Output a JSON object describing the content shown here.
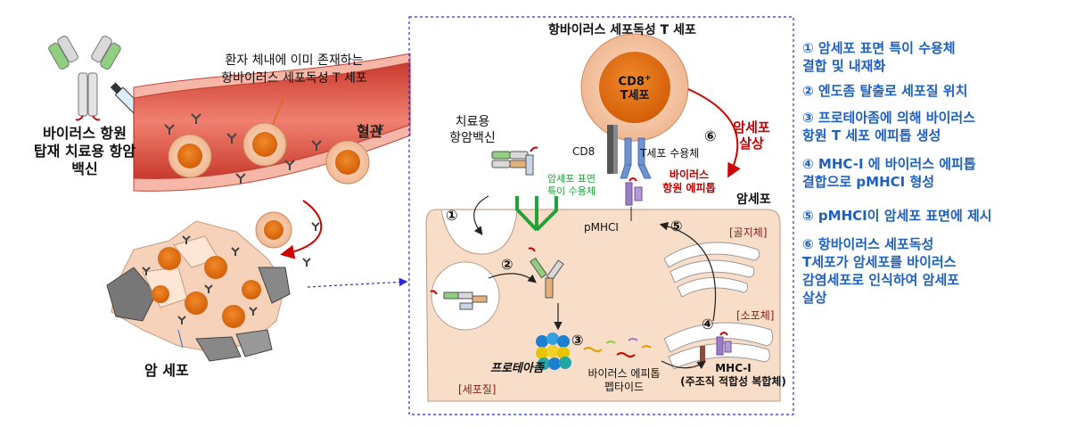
{
  "left": {
    "vaccine_label": [
      "바이러스 항원",
      "탑재 치료용 항암",
      "백신"
    ],
    "existing_tcell_label": [
      "환자 체내에 이미 존재하는",
      "항바이러스 세포독성 T 세포"
    ],
    "vessel_label": "혈관",
    "tumor_label": "암 세포"
  },
  "center": {
    "top_title": "항바이러스 세포독성 T 세포",
    "tcell_name_main": "CD8",
    "tcell_name_sup": "+",
    "tcell_name_sub": "T세포",
    "cd8_label": "CD8",
    "tcr_label": "T세포 수용체",
    "kill_label": [
      "암세포",
      "살상"
    ],
    "epitope_label": [
      "바이러스",
      "항원 에피톱"
    ],
    "cancer_cell_label": "암세포",
    "vaccine_label": [
      "치료용",
      "항암백신"
    ],
    "receptor_label": [
      "암세포 표면",
      "특이 수용체"
    ],
    "pmhci_label": "pMHCI",
    "golgi_label": "[골지체]",
    "er_label": "[소포체]",
    "cytoplasm_label": "[세포질]",
    "proteasome_label": "프로테아좀",
    "peptide_label": [
      "바이러스 에피톱",
      "펩타이드"
    ],
    "mhc_label": [
      "MHC-I",
      "(주조직 적합성 복합체)"
    ],
    "step_marks": [
      "①",
      "②",
      "③",
      "④",
      "⑤",
      "⑥"
    ]
  },
  "steps": [
    [
      "① 암세포 표면 특이 수용체",
      "결합 및 내재화"
    ],
    [
      "② 엔도좀 탈출로 세포질 위치"
    ],
    [
      "③ 프로테아좀에 의해 바이러스",
      "항원 T 세포 에피톱 생성"
    ],
    [
      "④ MHC-I 에 바이러스 에피톱",
      "결합으로 pMHCI 형성"
    ],
    [
      "⑤ pMHCI이 암세포 표면에 제시"
    ],
    [
      "⑥  항바이러스 세포독성",
      "T세포가 암세포를 바이러스",
      "감염세포로 인식하여 암세포",
      "살상"
    ]
  ],
  "colors": {
    "vessel": "#e8584a",
    "vessel_light": "#f6b6a8",
    "nucleus": "#e06a10",
    "cell": "#f7c9a6",
    "step_text": "#1f5fbf",
    "accent_red": "#d00000",
    "box_border": "#2b2bd6"
  }
}
